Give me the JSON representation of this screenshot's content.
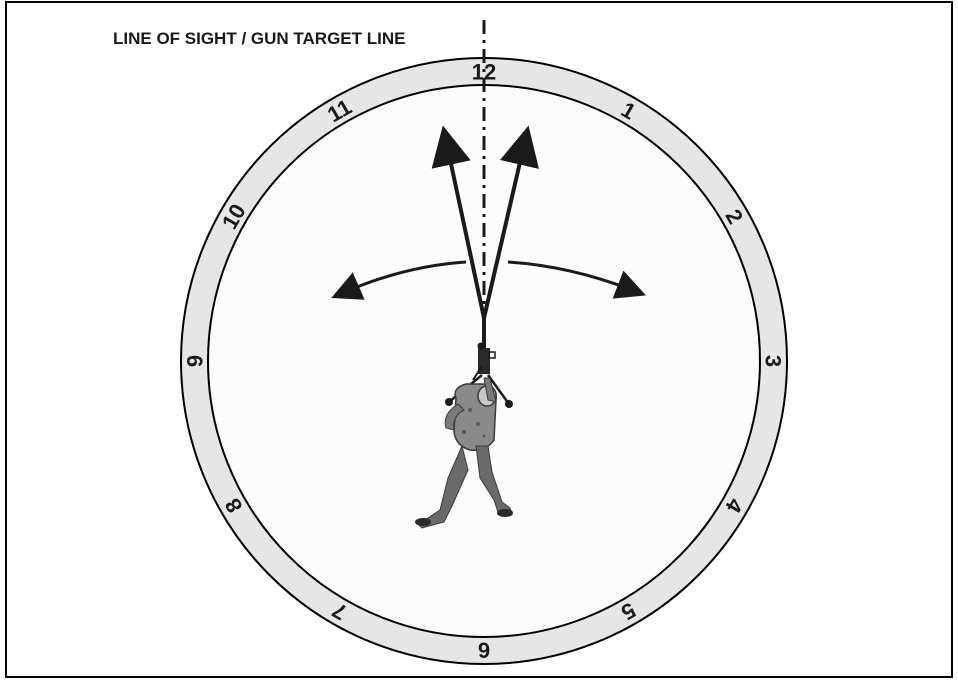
{
  "diagram": {
    "title": "LINE OF SIGHT / GUN TARGET LINE",
    "clock": {
      "hours": [
        "12",
        "1",
        "2",
        "3",
        "4",
        "5",
        "6",
        "7",
        "8",
        "9",
        "10",
        "11"
      ]
    },
    "colors": {
      "border": "#000000",
      "ring_fill": "#e6e6e6",
      "face_fill": "#fcfcfc",
      "ink": "#1a1a1a",
      "uniform": "#8a8a8a"
    }
  }
}
